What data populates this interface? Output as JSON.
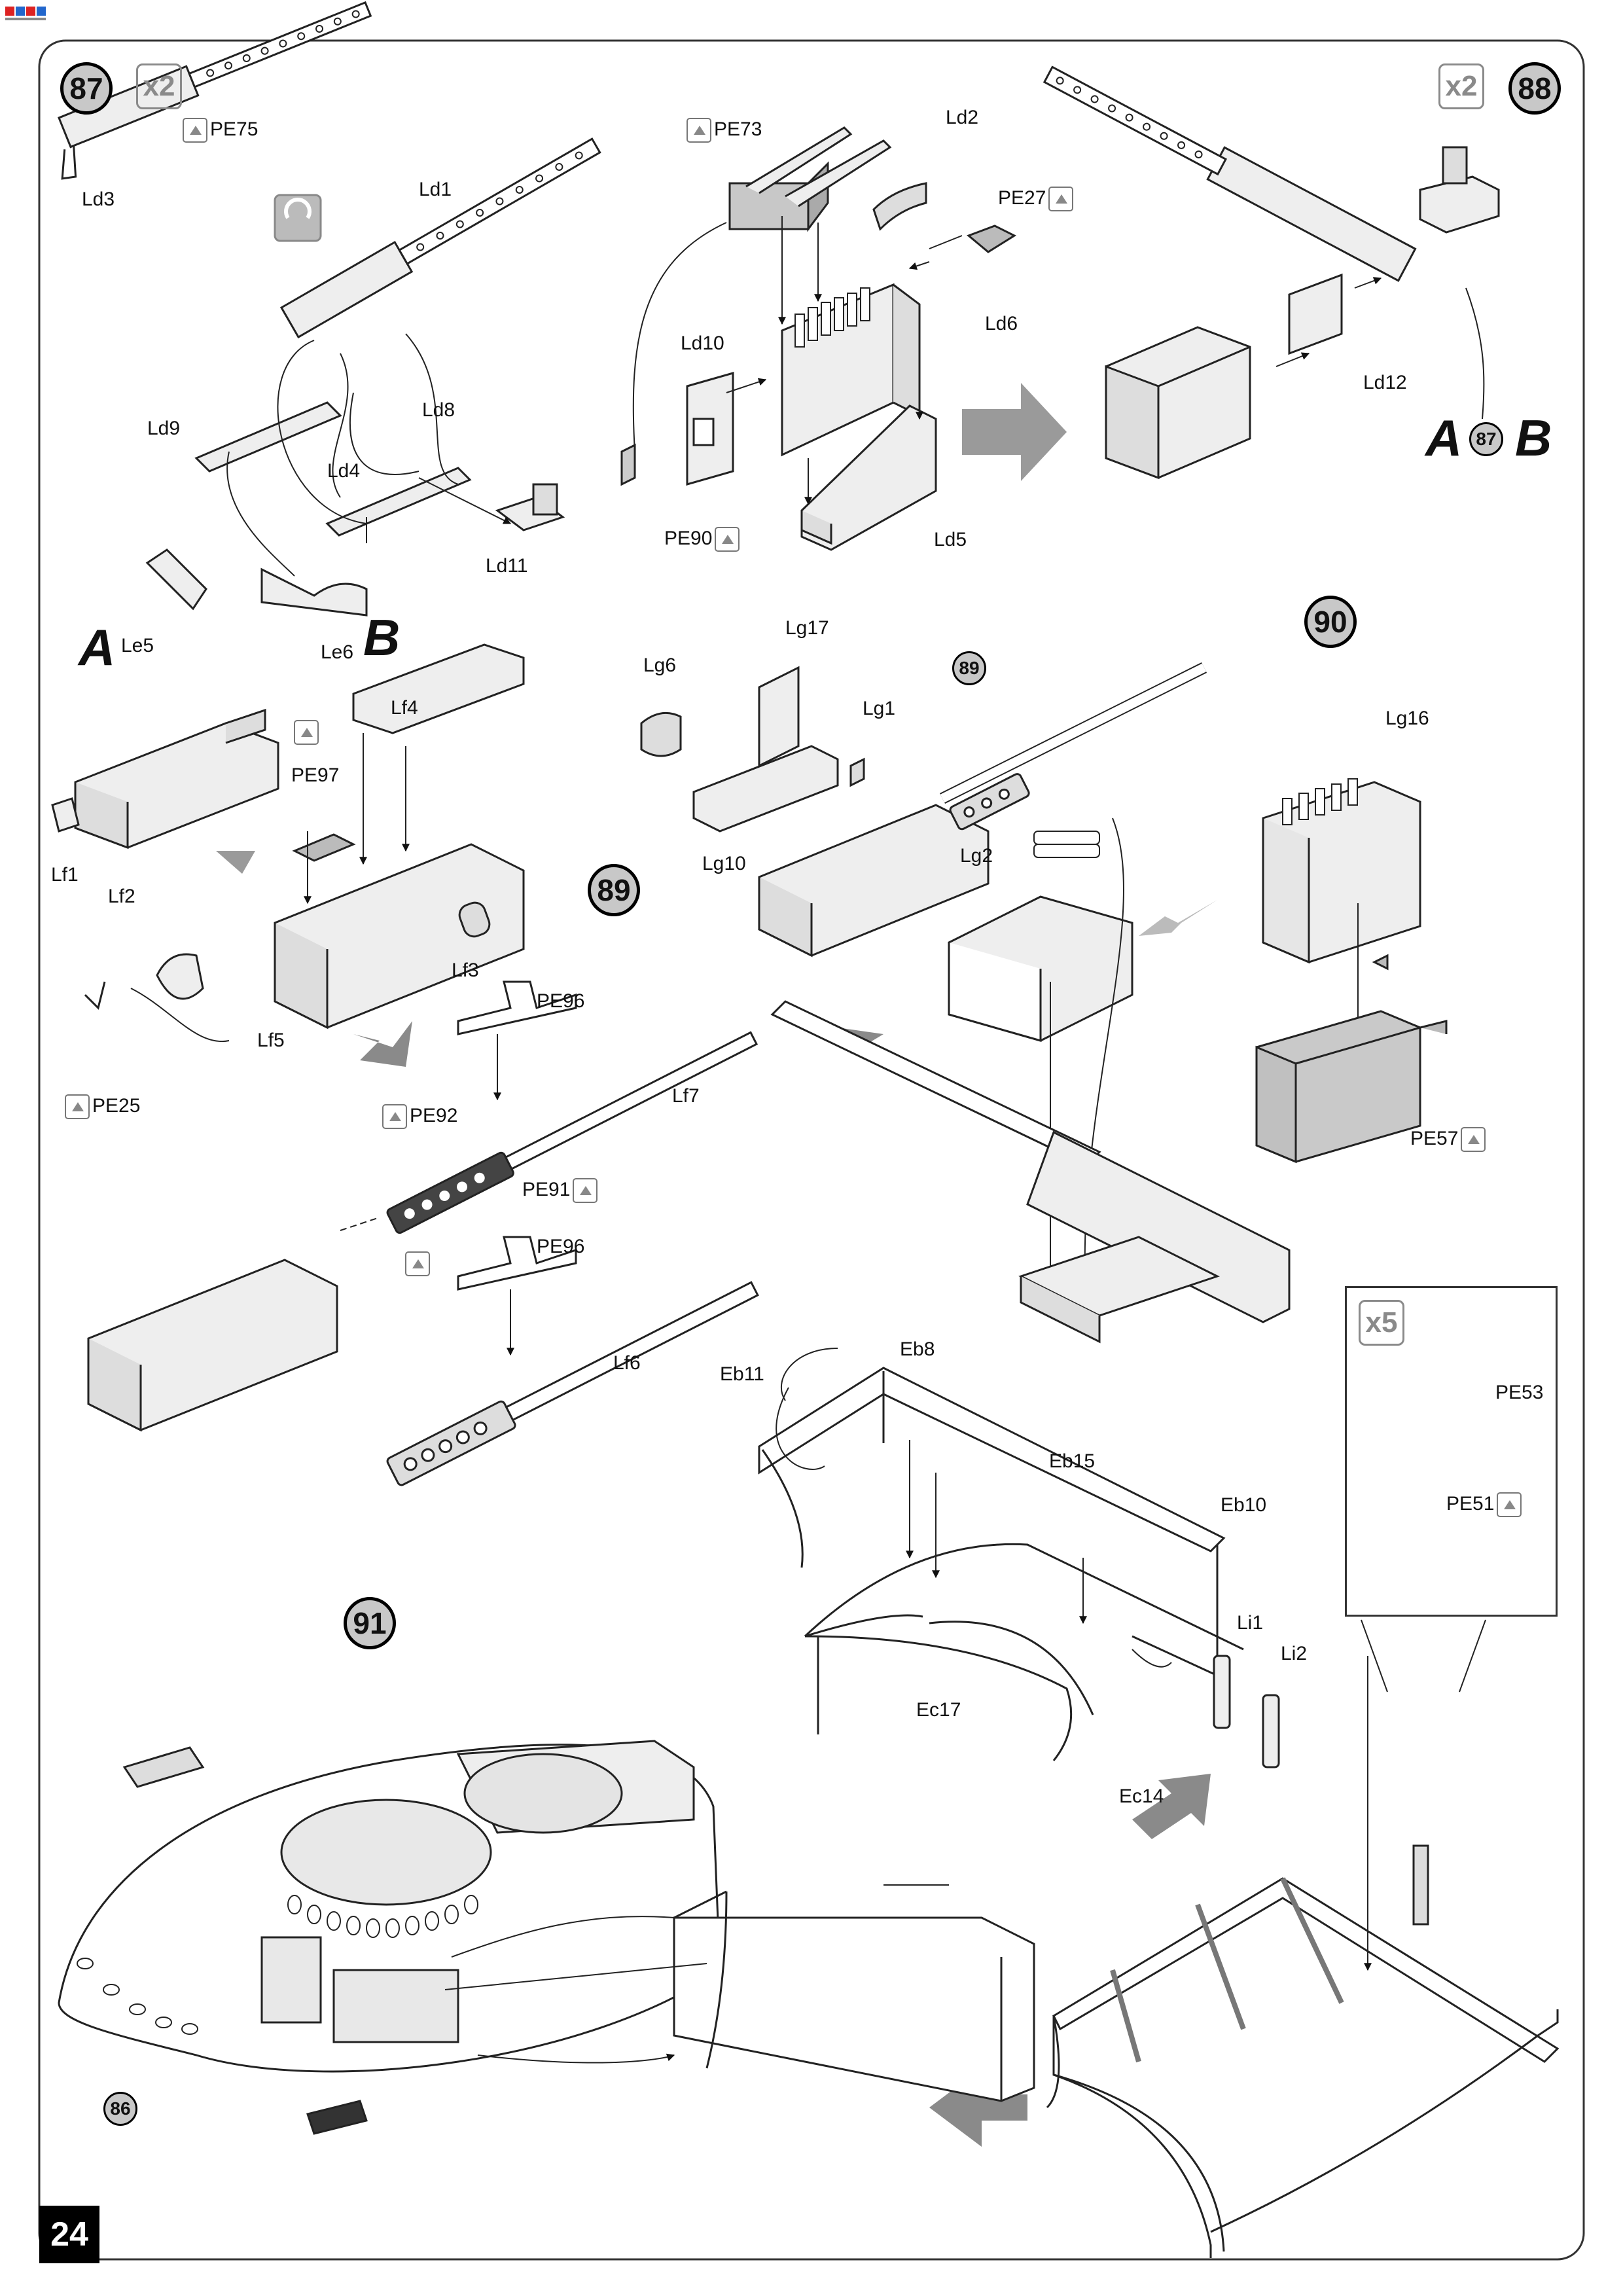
{
  "page": {
    "number": "24"
  },
  "steps": {
    "s87": {
      "number": "87",
      "multiplier": "x2"
    },
    "s88": {
      "number": "88",
      "multiplier": "x2"
    },
    "s89": {
      "number": "89"
    },
    "s90": {
      "number": "90"
    },
    "s91": {
      "number": "91"
    },
    "inset": {
      "multiplier": "x5"
    }
  },
  "references": {
    "r89": "89",
    "r87": "87",
    "r86": "86"
  },
  "markers": {
    "a1": "A",
    "b1": "B",
    "a2": "A",
    "b2": "B"
  },
  "labels": {
    "ld3": "Ld3",
    "pe75": "PE75",
    "ld1": "Ld1",
    "ld9": "Ld9",
    "ld8": "Ld8",
    "ld4": "Ld4",
    "ld11": "Ld11",
    "le5": "Le5",
    "le6": "Le6",
    "pe73": "PE73",
    "ld2": "Ld2",
    "pe27": "PE27",
    "ld6": "Ld6",
    "ld10": "Ld10",
    "pe90": "PE90",
    "ld5": "Ld5",
    "ld12": "Ld12",
    "lf4": "Lf4",
    "pe97": "PE97",
    "lf1": "Lf1",
    "lf2": "Lf2",
    "lf3": "Lf3",
    "lf5": "Lf5",
    "pe25": "PE25",
    "pe96a": "PE96",
    "pe92": "PE92",
    "lf7": "Lf7",
    "pe91": "PE91",
    "pe96b": "PE96",
    "lf6": "Lf6",
    "lg17": "Lg17",
    "lg6": "Lg6",
    "lg1": "Lg1",
    "lg10": "Lg10",
    "lg2": "Lg2",
    "lg16": "Lg16",
    "pe57": "PE57",
    "eb8": "Eb8",
    "eb11": "Eb11",
    "eb15": "Eb15",
    "eb10": "Eb10",
    "li1": "Li1",
    "li2": "Li2",
    "ec17": "Ec17",
    "ec14": "Ec14",
    "pe53": "PE53",
    "pe51": "PE51"
  }
}
